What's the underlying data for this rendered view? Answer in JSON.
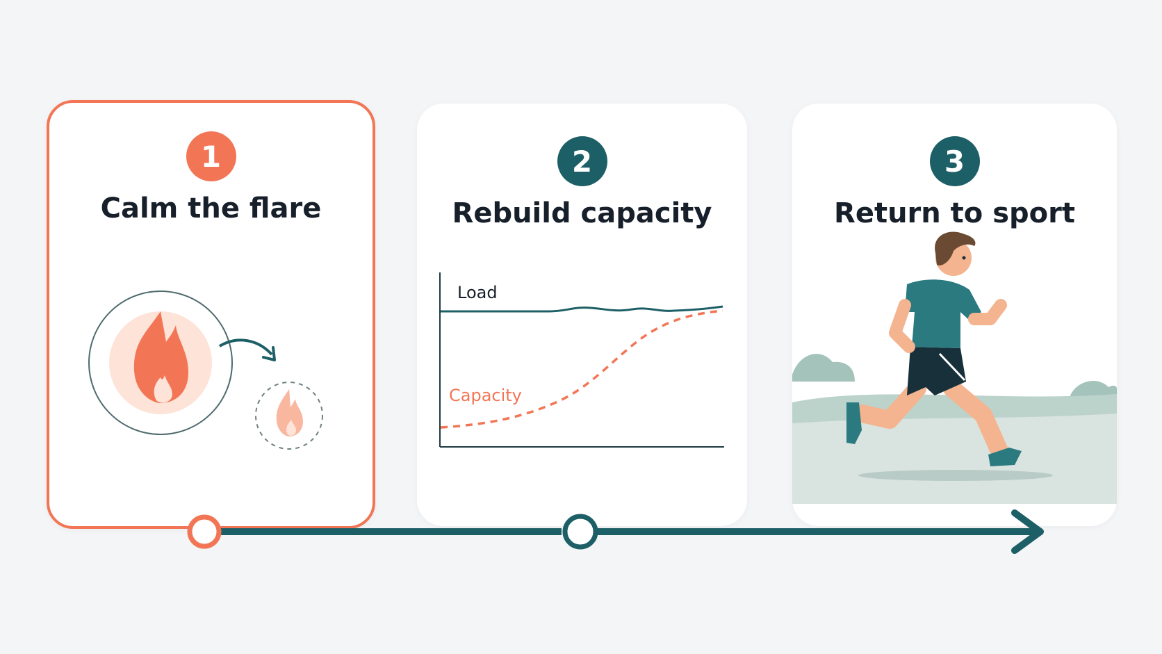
{
  "colors": {
    "accent": "#f27656",
    "teal": "#1d5f66",
    "background": "#f4f5f7"
  },
  "steps": [
    {
      "number": "1",
      "title": "Calm the flare",
      "color": "#f27656",
      "icon": "flame-shrinking-icon",
      "active": true
    },
    {
      "number": "2",
      "title": "Rebuild capacity",
      "color": "#1d5f66",
      "icon": "load-capacity-chart"
    },
    {
      "number": "3",
      "title": "Return to sport",
      "color": "#1d5f66",
      "icon": "runner-illustration"
    }
  ],
  "chart": {
    "load_label": "Load",
    "capacity_label": "Capacity"
  }
}
